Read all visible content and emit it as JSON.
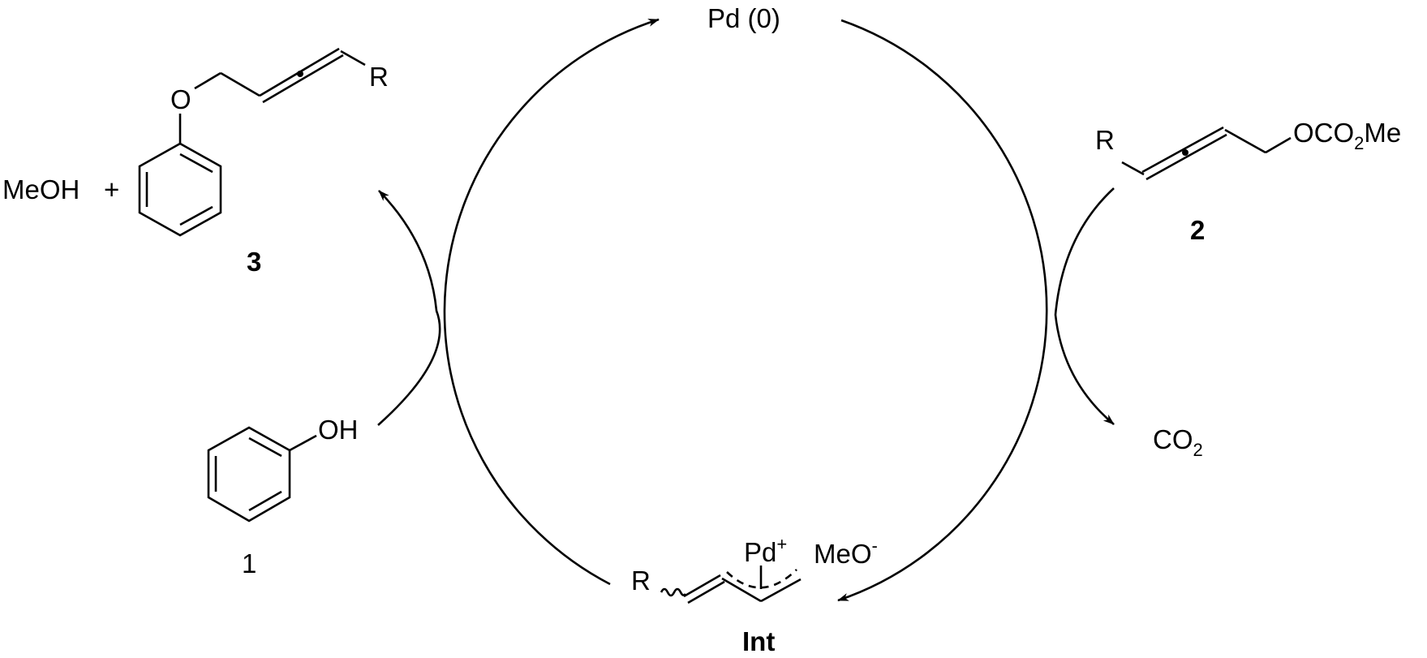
{
  "diagram": {
    "type": "catalytic-cycle",
    "catalyst": {
      "label": "Pd (0)"
    },
    "intermediate": {
      "r_group": "R",
      "metal": "Pd",
      "metal_charge": "+",
      "counter_ion": "MeO",
      "counter_ion_charge": "-",
      "label": "Int"
    },
    "reactant_phenol": {
      "substituent": "OH",
      "label": "1"
    },
    "reactant_allene": {
      "r_group": "R",
      "leaving_group_prefix": "OCO",
      "leaving_group_subscript": "2",
      "leaving_group_suffix": "Me",
      "label": "2"
    },
    "product": {
      "byproduct": "MeOH",
      "plus": "+",
      "ether_oxygen": "O",
      "r_group": "R",
      "label": "3"
    },
    "byproduct_gas": {
      "prefix": "CO",
      "subscript": "2"
    },
    "colors": {
      "line": "#000000",
      "background": "#ffffff"
    }
  }
}
